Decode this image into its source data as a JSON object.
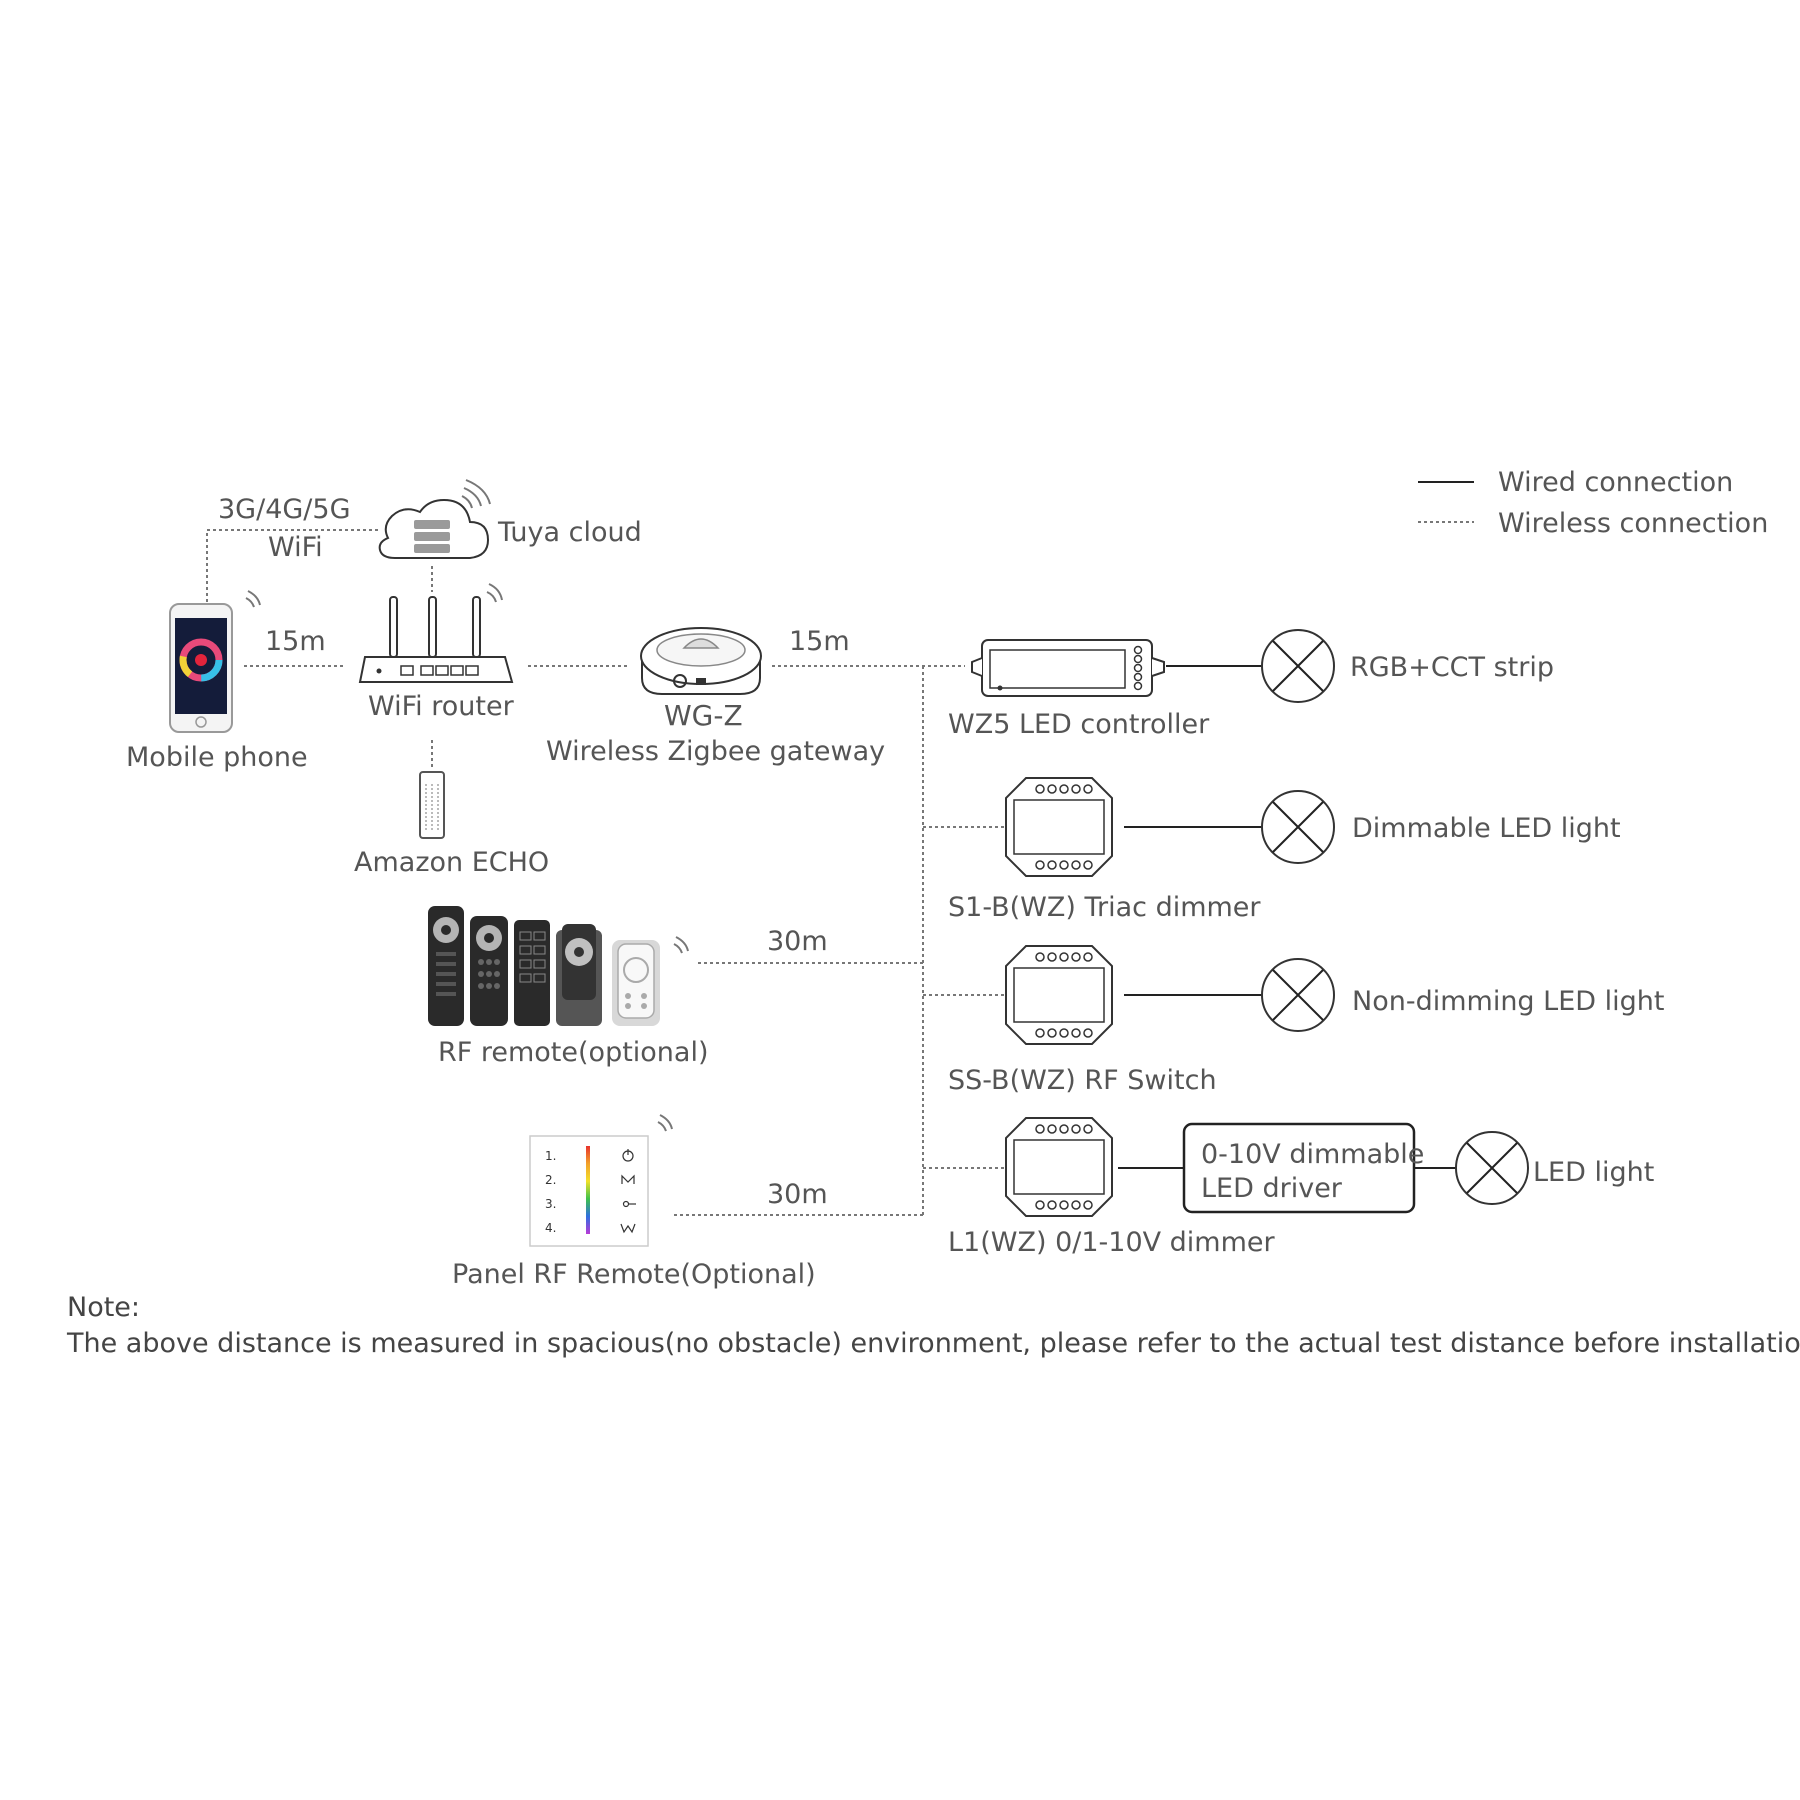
{
  "legend": {
    "wired": "Wired connection",
    "wireless": "Wireless connection"
  },
  "cloud": {
    "link_label_1": "3G/4G/5G",
    "link_label_2": "WiFi",
    "name": "Tuya cloud"
  },
  "phone": {
    "name": "Mobile phone"
  },
  "router": {
    "name": "WiFi router"
  },
  "echo": {
    "name": "Amazon ECHO"
  },
  "gateway": {
    "model": "WG-Z",
    "name": "Wireless Zigbee gateway"
  },
  "distances": {
    "phone_router": "15m",
    "gateway_bus": "15m",
    "rf_remote": "30m",
    "panel_remote": "30m"
  },
  "remotes": {
    "rf_remote": "RF remote(optional)",
    "panel_remote": "Panel RF Remote(Optional)",
    "panel_keys": [
      "1.",
      "2.",
      "3.",
      "4."
    ]
  },
  "devices": [
    {
      "name": "WZ5 LED controller",
      "load": "RGB+CCT strip"
    },
    {
      "name": "S1-B(WZ) Triac dimmer",
      "load": "Dimmable LED  light"
    },
    {
      "name": "SS-B(WZ) RF Switch",
      "load": "Non-dimming LED light"
    },
    {
      "name": "L1(WZ)  0/1-10V dimmer",
      "driver_line_1": "0-10V dimmable",
      "driver_line_2": "LED driver",
      "load": "LED light"
    }
  ],
  "note": {
    "title": "Note:",
    "text": "The above distance is measured in spacious(no obstacle) environment, please refer to the actual test distance before installation."
  },
  "colors": {
    "line": "#222222",
    "text": "#555555",
    "dashed": "#777777"
  }
}
